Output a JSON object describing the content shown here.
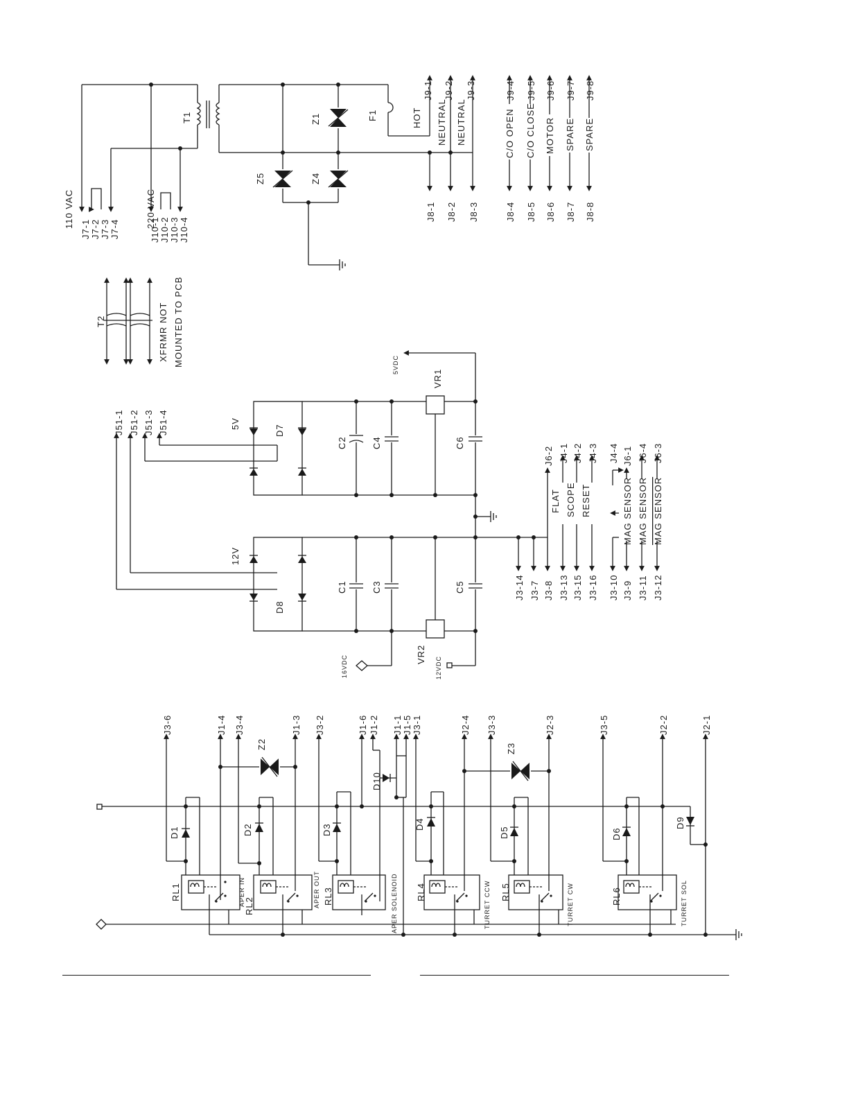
{
  "power_in": {
    "vac110": "110 VAC",
    "vac220": "220 VAC",
    "j7": [
      "J7-1",
      "J7-2",
      "J7-3",
      "J7-4"
    ],
    "j10": [
      "J10-1",
      "J10-2",
      "J10-3",
      "J10-4"
    ],
    "j9": [
      "J9-1",
      "J9-2",
      "J9-3"
    ],
    "j8": [
      "J8-1",
      "J8-2",
      "J8-3"
    ],
    "t1": "T1",
    "z1": "Z1",
    "z4": "Z4",
    "z5": "Z5",
    "f1": "F1",
    "hot": "HOT",
    "neutral": "NEUTRAL"
  },
  "motor_conn": {
    "left": [
      "J8-4",
      "J8-5",
      "J8-6",
      "J8-7",
      "J8-8"
    ],
    "right": [
      "J9-4",
      "J9-5",
      "J9-6",
      "J9-7",
      "J9-8"
    ],
    "signals": [
      "C/O OPEN",
      "C/O CLOSE",
      "MOTOR",
      "SPARE",
      "SPARE"
    ]
  },
  "transformer2": {
    "label": "T2",
    "note_line1": "XFRMR NOT",
    "note_line2": "MOUNTED TO PCB"
  },
  "supply": {
    "j51": [
      "J51-1",
      "J51-2",
      "J51-3",
      "J51-4"
    ],
    "v5": "5V",
    "v12": "12V",
    "d7": "D7",
    "d8": "D8",
    "c1": "C1",
    "c2": "C2",
    "c3": "C3",
    "c4": "C4",
    "c5": "C5",
    "c6": "C6",
    "vr1": "VR1",
    "vr2": "VR2",
    "out5": "5VDC",
    "out16": "16VDC",
    "out12": "12VDC"
  },
  "sensors": {
    "j3_left": [
      "J3-14",
      "J3-7",
      "J3-8",
      "J3-13",
      "J3-15",
      "J3-16",
      "J3-10",
      "J3-9",
      "J3-11",
      "J3-12"
    ],
    "right": [
      "J6-2",
      "J4-1",
      "J4-2",
      "J4-3",
      "J4-4",
      "J6-1",
      "J6-4",
      "J6-3"
    ],
    "flat": "FLAT",
    "scope": "SCOPE",
    "reset": "RESET",
    "mag1": "MAG SENSOR",
    "mag2": "MAG SENSOR",
    "mag3": "MAG SENSOR"
  },
  "relays": {
    "top_pins": [
      "J3-6",
      "J1-4",
      "J3-4",
      "J1-3",
      "J3-2",
      "J1-6",
      "J1-2",
      "J1-1",
      "J1-5",
      "J3-1",
      "J2-4",
      "J3-3",
      "J2-3",
      "J3-5",
      "J2-2",
      "J2-1"
    ],
    "z2": "Z2",
    "z3": "Z3",
    "d10": "D10",
    "diodes": [
      "D1",
      "D2",
      "D3",
      "D4",
      "D5",
      "D6",
      "D9"
    ],
    "relay_names": [
      "RL1",
      "RL2",
      "RL3",
      "RL4",
      "RL5",
      "RL6"
    ],
    "functions": [
      "APER IN",
      "APER OUT",
      "APER SOLENOID",
      "TURRET CCW",
      "TURRET CW",
      "TURRET SOL"
    ]
  }
}
